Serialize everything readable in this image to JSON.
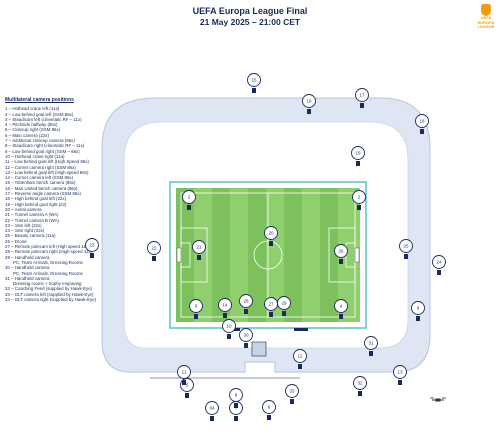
{
  "header": {
    "title": "UEFA Europa League Final",
    "subtitle": "21 May 2025 – 21:00 CET"
  },
  "logo": {
    "text": "UEFA\nEUROPA\nLEAGUE"
  },
  "legend": {
    "heading": "Multilateral camera positions",
    "items": [
      "1 – Hothead crane left (11a)",
      "2 – Low behind goal left (SSM 86x)",
      "3 – Steadicam left (cinematic RF – 11x)",
      "4 – Pitchside halfway (86x)",
      "5 – Closeup right (SSM 86x)",
      "6 – Main camera (22x)",
      "7 – Additional closeup camera (86x)",
      "8 – Steadicam right (cinematic RF – 11x)",
      "9 – Low behind goal right (SSM – 86x)",
      "10 – Hothead crane right (11a)",
      "11 – Low behind goal left (High Speed 86x)",
      "12 – Corner camera right (SSM 86x)",
      "13 – Low behind goal left (High speed 86x)",
      "14 – Corner camera left (SSM 86x)",
      "15 – Tottenham bench camera (86x)",
      "16 – Man United bench camera (86x)",
      "17 – Reverse angle camera (SSM 86x)",
      "18 – High behind goal left (22x)",
      "19 – High behind goal right (22)",
      "20 – Aerial camera",
      "21 – Tunnel camera A (WA)",
      "22 – Tunnel camera B (WA)",
      "23 – 16m left (22x)",
      "24 – 16m right (22x)",
      "25 – Beauty camera (11a)",
      "26 – Drone",
      "27 – Remote polecam left (High speed 11x)",
      "28 – Remote polecam right (High speed 11x)",
      "29 – Handheld camera",
      "PC, Team Arrivals, Dressing Rooms",
      "30 – Handheld camera",
      "PC, Team Arrivals, Dressing Rooms",
      "31 – Handheld camera",
      "Dressing rooms + trophy engraving",
      "32 – Coaching Feed (supplied by Hawk-Eye)",
      "33 – GLT camera left (supplied by Hawk-Eye)",
      "34 – GLT camera right (supplied by Hawk-Eye)"
    ]
  },
  "cameras": [
    {
      "n": "15"
    },
    {
      "n": "16"
    },
    {
      "n": "17"
    },
    {
      "n": "18"
    },
    {
      "n": "19"
    },
    {
      "n": "20"
    },
    {
      "n": "21"
    },
    {
      "n": "22"
    },
    {
      "n": "23"
    },
    {
      "n": "24"
    },
    {
      "n": "25"
    },
    {
      "n": "26"
    },
    {
      "n": "27"
    },
    {
      "n": "28"
    },
    {
      "n": "29"
    },
    {
      "n": "30"
    },
    {
      "n": "31"
    },
    {
      "n": "32"
    },
    {
      "n": "33"
    },
    {
      "n": "34"
    },
    {
      "n": "1"
    },
    {
      "n": "2"
    },
    {
      "n": "3"
    },
    {
      "n": "4"
    },
    {
      "n": "5"
    },
    {
      "n": "6"
    },
    {
      "n": "7"
    },
    {
      "n": "8"
    },
    {
      "n": "9"
    },
    {
      "n": "10"
    },
    {
      "n": "11"
    },
    {
      "n": "12"
    },
    {
      "n": "13"
    },
    {
      "n": "14"
    }
  ],
  "colors": {
    "stand": "#dfe6f3",
    "stand_edge": "#b8c4dc",
    "pitch_light": "#8fcf6e",
    "pitch_dark": "#7cc15b",
    "pitch_border": "#5fc9c4",
    "marker_ring": "#1b2a5a",
    "camera_body": "#1b2a5a"
  }
}
